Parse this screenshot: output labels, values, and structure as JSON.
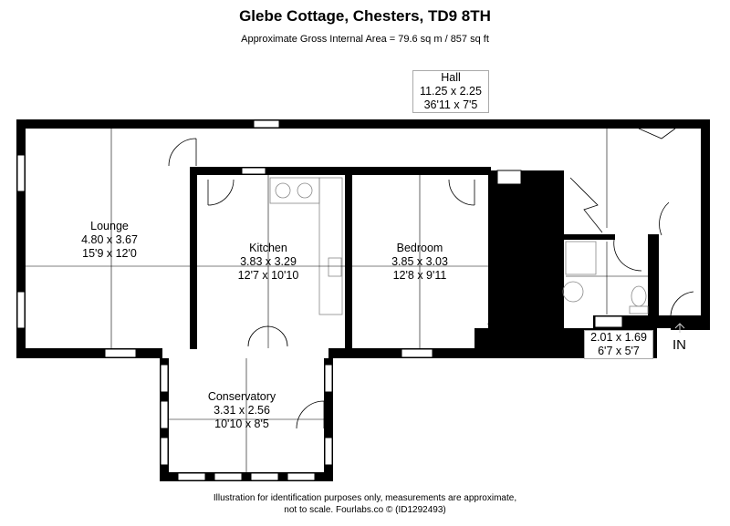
{
  "header": {
    "title": "Glebe Cottage, Chesters, TD9 8TH",
    "subtitle": "Approximate Gross Internal Area = 79.6 sq m / 857 sq ft"
  },
  "rooms": {
    "hall": {
      "name": "Hall",
      "metric": "11.25 x 2.25",
      "imperial": "36'11 x 7'5"
    },
    "lounge": {
      "name": "Lounge",
      "metric": "4.80 x 3.67",
      "imperial": "15'9 x 12'0"
    },
    "kitchen": {
      "name": "Kitchen",
      "metric": "3.83 x 3.29",
      "imperial": "12'7 x 10'10"
    },
    "bedroom": {
      "name": "Bedroom",
      "metric": "3.85 x 3.03",
      "imperial": "12'8 x 9'11"
    },
    "conservatory": {
      "name": "Conservatory",
      "metric": "3.31 x 2.56",
      "imperial": "10'10 x 8'5"
    },
    "bathroom": {
      "metric": "2.01 x 1.69",
      "imperial": "6'7 x 5'7"
    }
  },
  "entrance_label": "IN",
  "footer": {
    "line1": "Illustration for identification purposes only, measurements are approximate,",
    "line2": "not to scale. Fourlabs.co © (ID1292493)"
  }
}
